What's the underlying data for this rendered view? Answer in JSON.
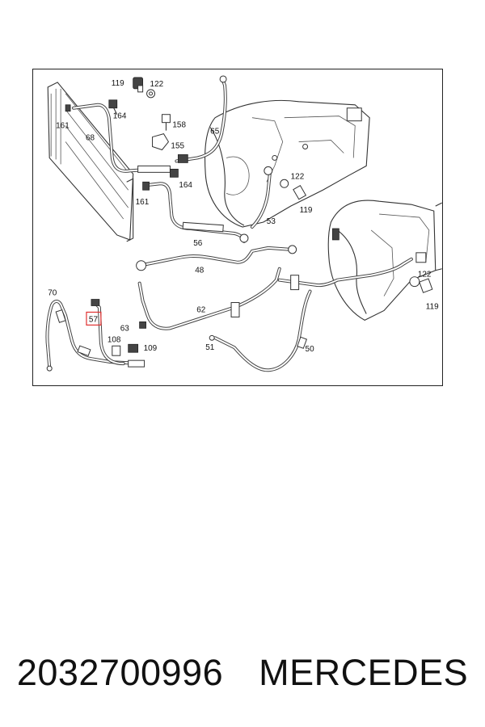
{
  "diagram": {
    "highlight_color": "#e03030",
    "callouts": {
      "c119a": "119",
      "c122a": "122",
      "c161a": "161",
      "c164a": "164",
      "c158": "158",
      "c68": "68",
      "c65": "65",
      "c155": "155",
      "c164b": "164",
      "c161b": "161",
      "c122b": "122",
      "c119b": "119",
      "c53": "53",
      "c56": "56",
      "c48": "48",
      "c122c": "122",
      "c119c": "119",
      "c70": "70",
      "c57": "57",
      "c62": "62",
      "c63": "63",
      "c108": "108",
      "c109": "109",
      "c51": "51",
      "c50": "50"
    }
  },
  "footer": {
    "part_number": "2032700996",
    "brand": "MERCEDES"
  }
}
